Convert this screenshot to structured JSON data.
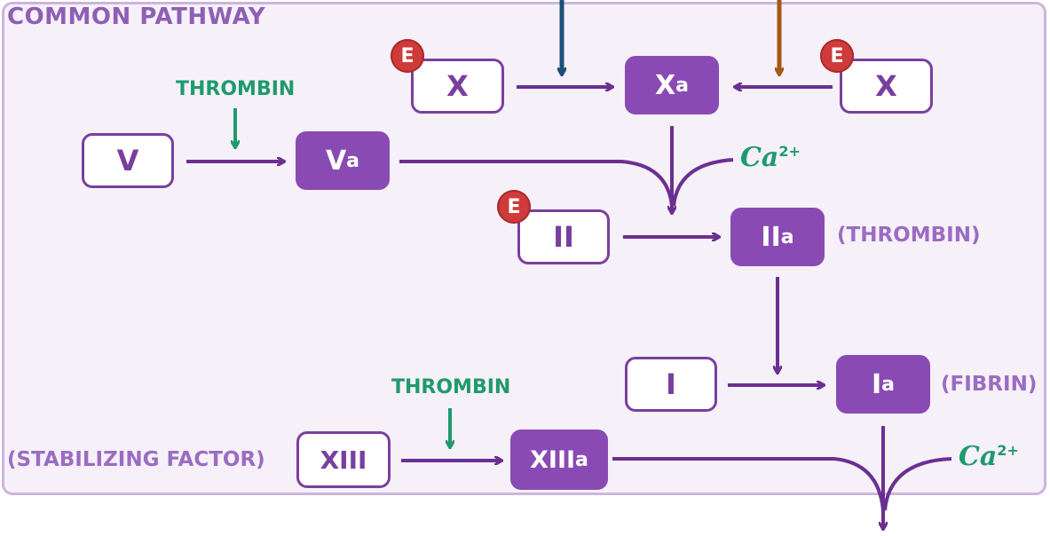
{
  "title": "COMMON PATHWAY",
  "factors": {
    "x_left": "X",
    "x_right": "X",
    "xa_main": "X",
    "xa_sub": "a",
    "v": "V",
    "va_main": "V",
    "va_sub": "a",
    "ii": "II",
    "iia_main": "II",
    "iia_sub": "a",
    "i": "I",
    "ia_main": "I",
    "ia_sub": "a",
    "xiii": "XIII",
    "xiiia_main": "XIII",
    "xiiia_sub": "a"
  },
  "badges": {
    "badge_x_left": "E",
    "badge_x_right": "E",
    "badge_ii": "E"
  },
  "labels": {
    "thrombin_top": "THROMBIN",
    "thrombin_bottom": "THROMBIN",
    "thrombin_paren": "(THROMBIN)",
    "fibrin_paren": "(FIBRIN)",
    "stabilizing": "(STABILIZING FACTOR)",
    "ca_base": "Ca",
    "ca_sup": "2+"
  },
  "colors": {
    "panel_bg": "#f6f0f9",
    "panel_border": "#cbb6dc",
    "purple": "#7a3f9e",
    "active_fill": "#8a4ab3",
    "green": "#1f9a6c",
    "badge_red": "#cf3b3b",
    "blue_arrow": "#1d4f7a",
    "orange_arrow": "#a45a16"
  }
}
